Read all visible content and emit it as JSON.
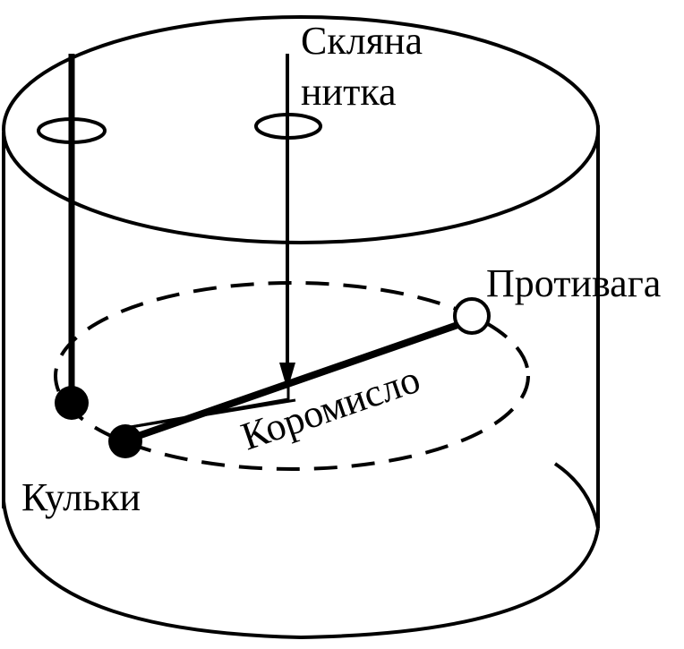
{
  "labels": {
    "thread_line1": "Скляна",
    "thread_line2": "нитка",
    "counterweight": "Противага",
    "beam": "Коромисло",
    "balls": "Кульки"
  },
  "colors": {
    "stroke": "#000000",
    "background": "#ffffff"
  }
}
